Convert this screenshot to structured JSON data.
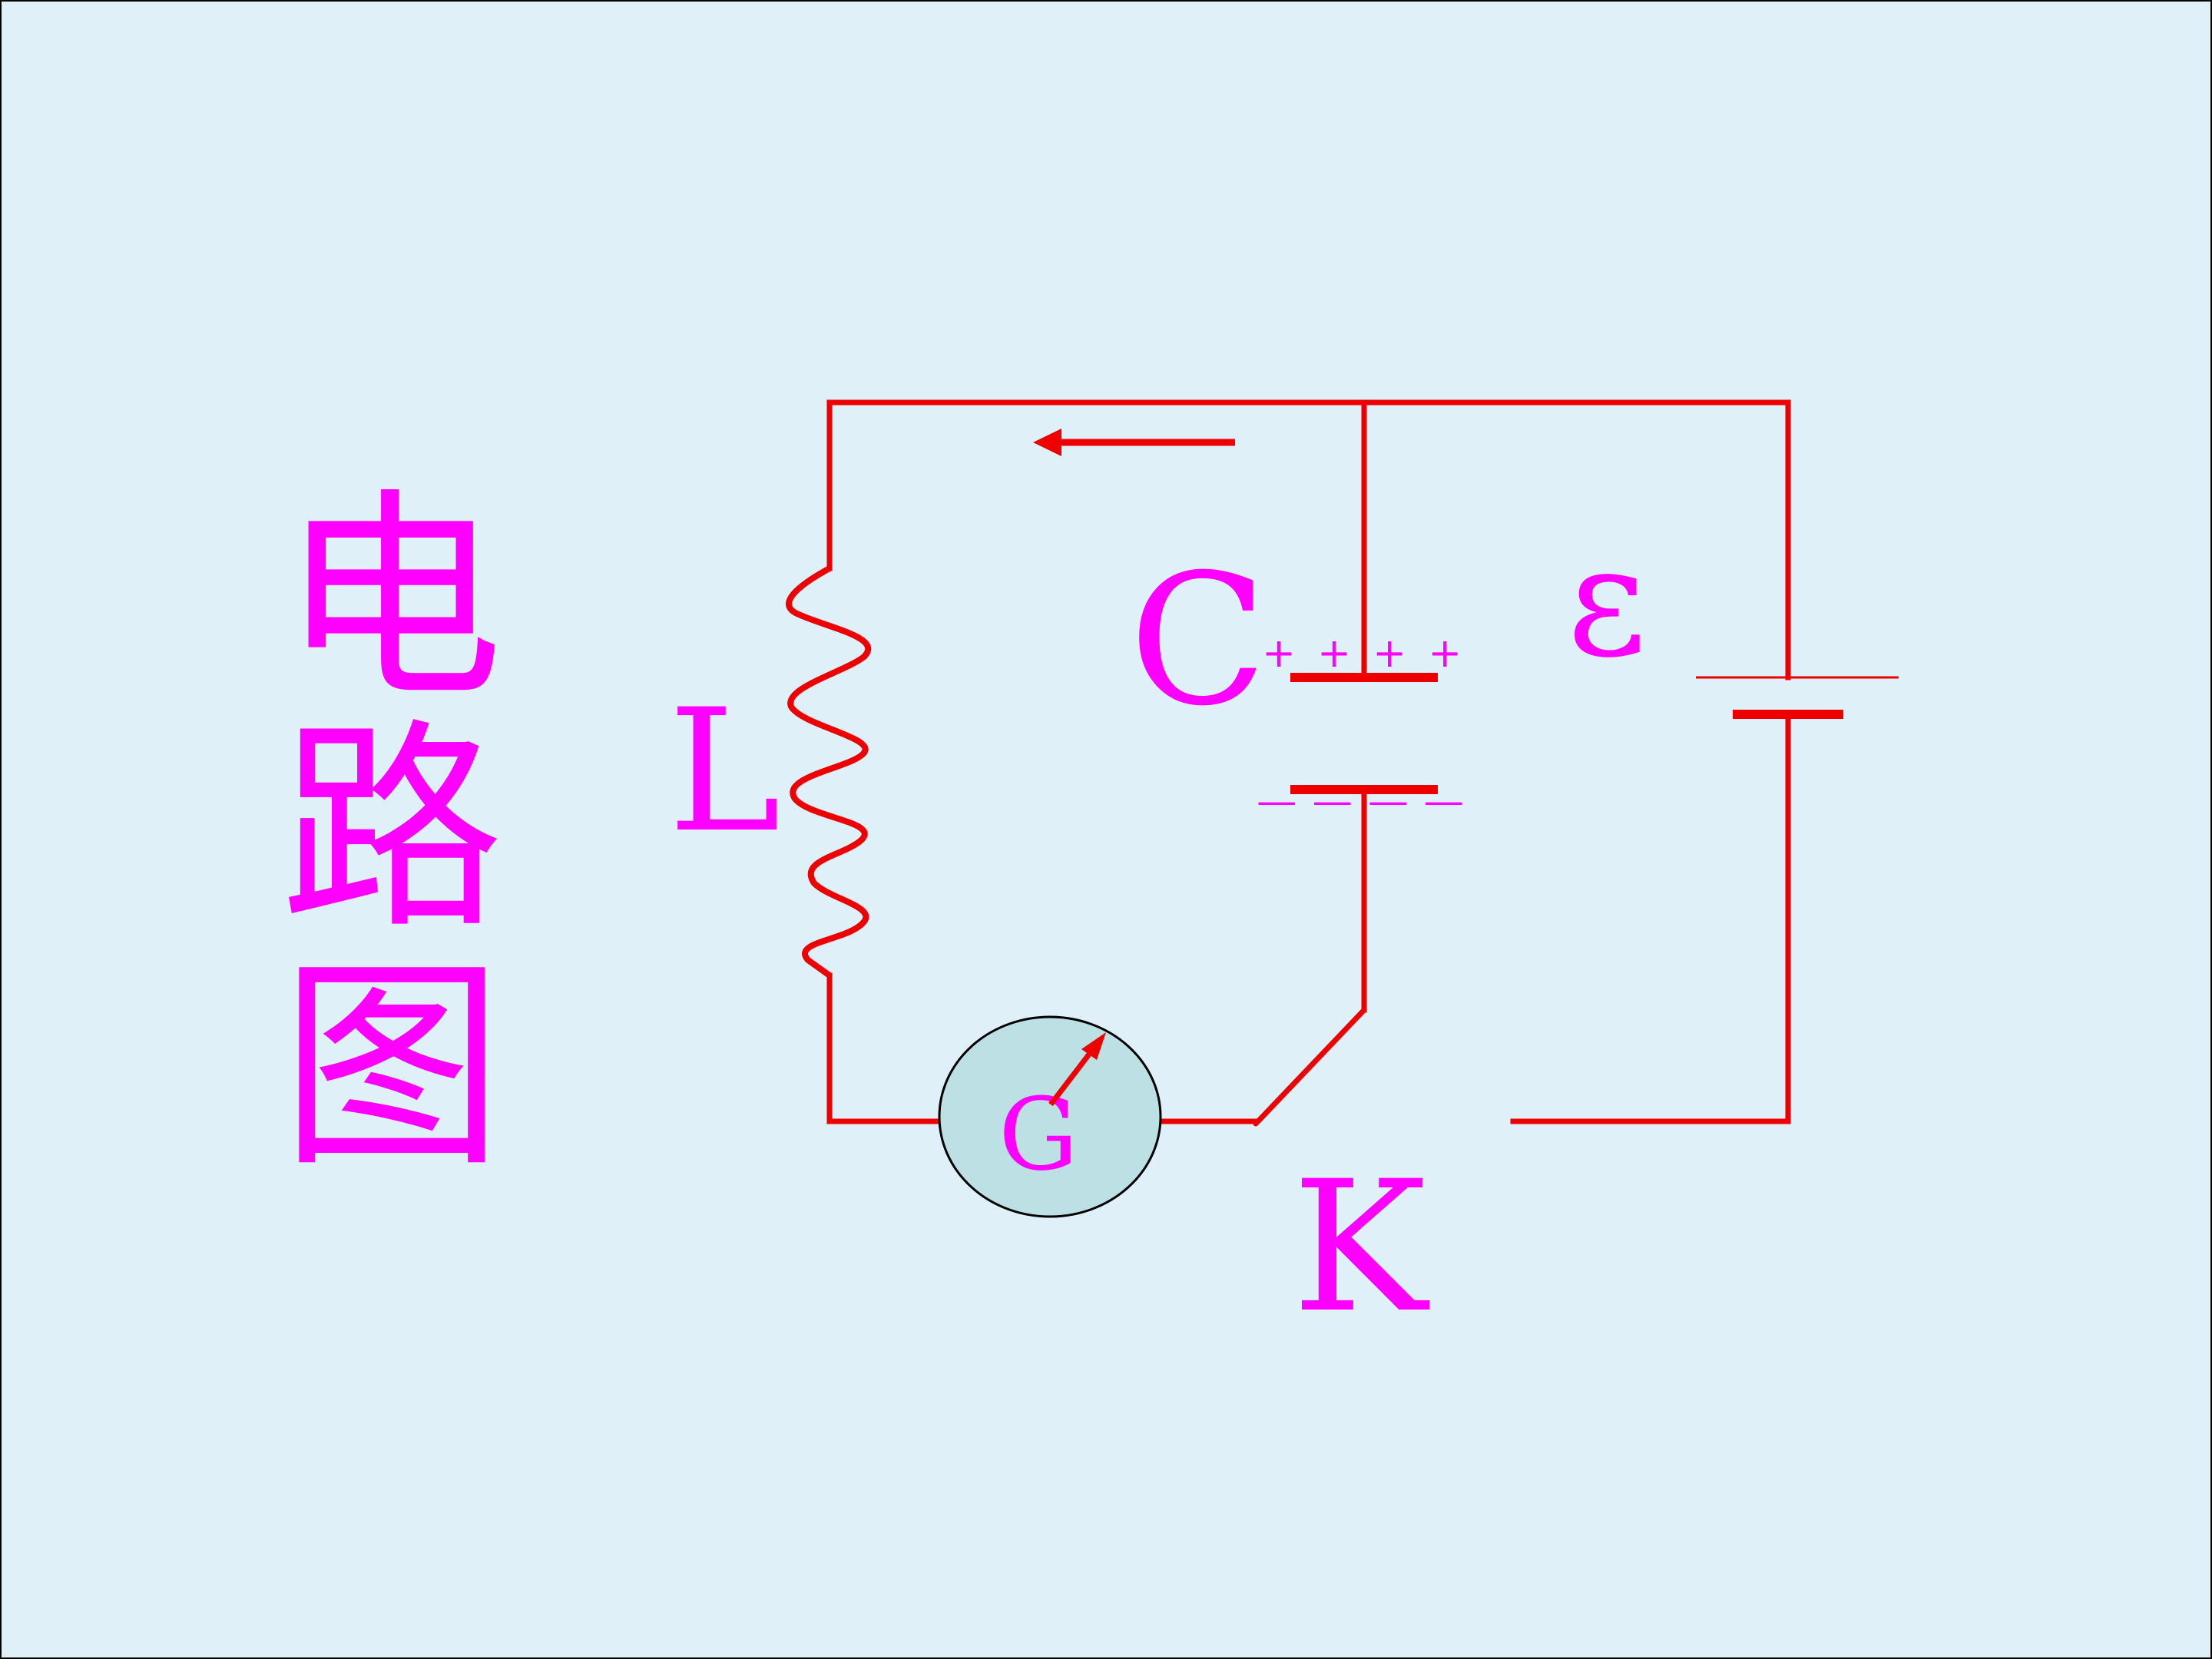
{
  "title": [
    "电",
    "路",
    "图"
  ],
  "labels": {
    "inductor": "L",
    "capacitor": "C",
    "emf": "ε",
    "switch": "K",
    "galvanometer": "G"
  },
  "capacitor_top_charges": "+ + + +",
  "capacitor_bottom_charges": "— — — —",
  "colors": {
    "background": "#dff0f9",
    "text": "#ff00ff",
    "wire": "#ee0000",
    "galvanometer_fill": "#bce0e3",
    "border": "#000000"
  }
}
